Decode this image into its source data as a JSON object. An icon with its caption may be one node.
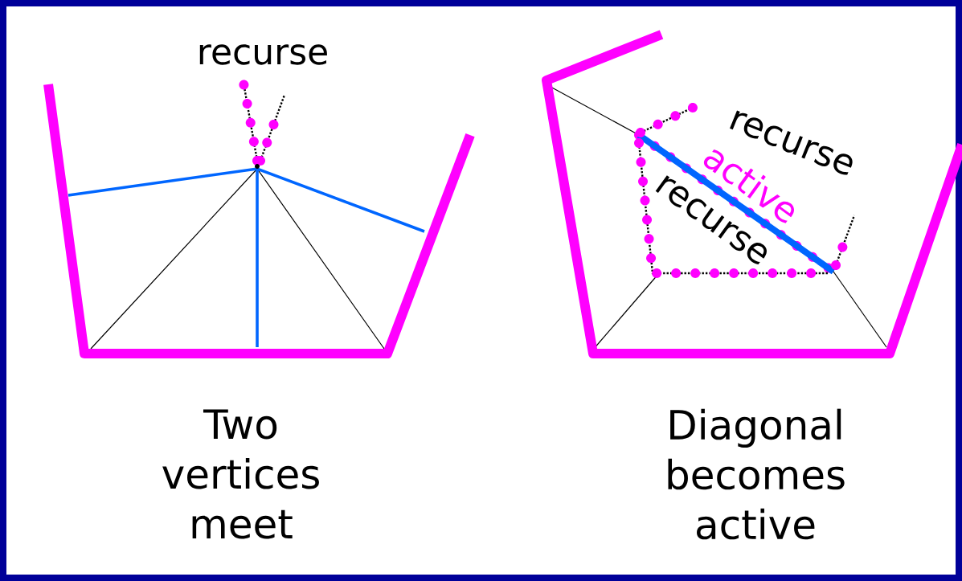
{
  "diagram": {
    "labels": [
      "recurse",
      "Two vertices meet",
      "recurse",
      "active",
      "recurse",
      "Diagonal becomes active"
    ]
  }
}
